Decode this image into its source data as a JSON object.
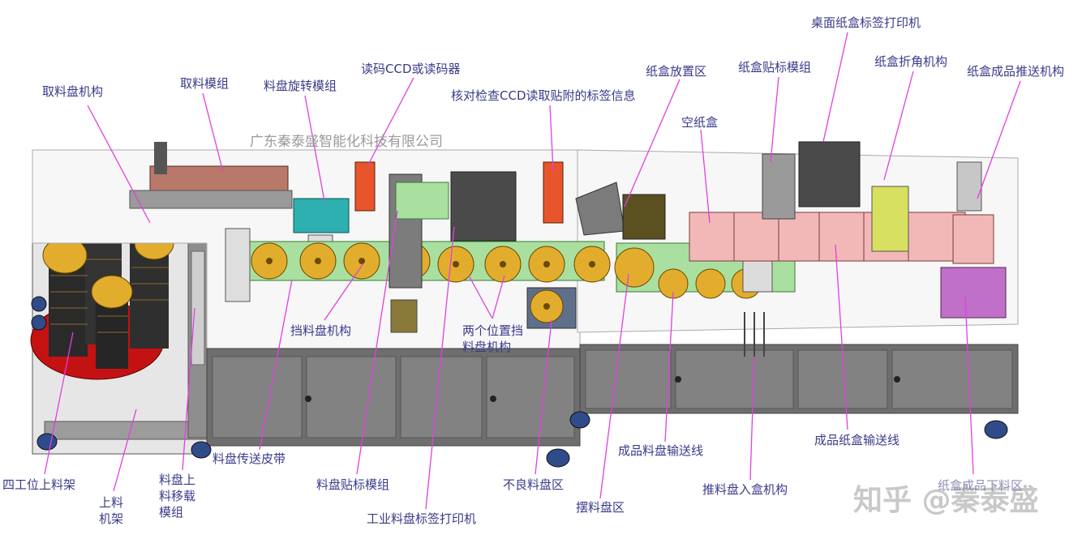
{
  "watermarks": {
    "company": "广东秦泰盛智能化科技有限公司",
    "zhihu": "知乎 @秦泰盛"
  },
  "labels": [
    {
      "id": "qu-liao-pan-jigou",
      "text": "取料盘机构"
    },
    {
      "id": "qu-liao-mozu",
      "text": "取料模组"
    },
    {
      "id": "liao-pan-xuanzhuan-mozu",
      "text": "料盘旋转模组"
    },
    {
      "id": "du-ma-ccd",
      "text": "读码CCD或读码器"
    },
    {
      "id": "he-dui-jiancha",
      "text": "核对检查CCD读取贴附的标签信息"
    },
    {
      "id": "zhihe-fangzhi-qu",
      "text": "纸盒放置区"
    },
    {
      "id": "zhihe-tiebiao-mozu",
      "text": "纸盒贴标模组"
    },
    {
      "id": "zhuomian-dayinji",
      "text": "桌面纸盒标签打印机"
    },
    {
      "id": "zhihe-zhejiao",
      "text": "纸盒折角机构"
    },
    {
      "id": "zhihe-chengpin-tuisong",
      "text": "纸盒成品推送机构"
    },
    {
      "id": "kong-zhihe",
      "text": "空纸盒"
    },
    {
      "id": "dang-liao-pan",
      "text": "挡料盘机构"
    },
    {
      "id": "liang-ge-weizhi",
      "text": "两个位置挡\n料盘机构"
    },
    {
      "id": "chengpin-liaopan-shusong",
      "text": "成品料盘输送线"
    },
    {
      "id": "chengpin-zhihe-shusong",
      "text": "成品纸盒输送线"
    },
    {
      "id": "si-gongwei",
      "text": "四工位上料架"
    },
    {
      "id": "shang-liao-jijia",
      "text": "上料\n机架"
    },
    {
      "id": "liao-pan-shang-yizai",
      "text": "料盘上\n料移载\n模组"
    },
    {
      "id": "liao-pan-chuansong-pidai",
      "text": "料盘传送皮带"
    },
    {
      "id": "liao-pan-tiebiao",
      "text": "料盘贴标模组"
    },
    {
      "id": "gongye-dayinji",
      "text": "工业料盘标签打印机"
    },
    {
      "id": "buliang-liaopan",
      "text": "不良料盘区"
    },
    {
      "id": "bai-liaopan",
      "text": "摆料盘区"
    },
    {
      "id": "tui-liaopan-ruhe",
      "text": "推料盘入盒机构"
    },
    {
      "id": "zhihe-xialiao",
      "text": "纸盒成品下料区"
    }
  ],
  "colors": {
    "label_text": "#3a3a8a",
    "leader_line": "#e040e0",
    "frame": "#8c8c8c",
    "cabinet": "#6e6e6e",
    "conveyor": "#a9e0a0",
    "reel": "#e2ad2d",
    "red_drum": "#c41212",
    "carton": "#f2b8b8",
    "printer": "#4a4a4a",
    "label_printer": "#e8552c",
    "output_area": "#c070c8",
    "rotate_module": "#2fb0b0"
  }
}
